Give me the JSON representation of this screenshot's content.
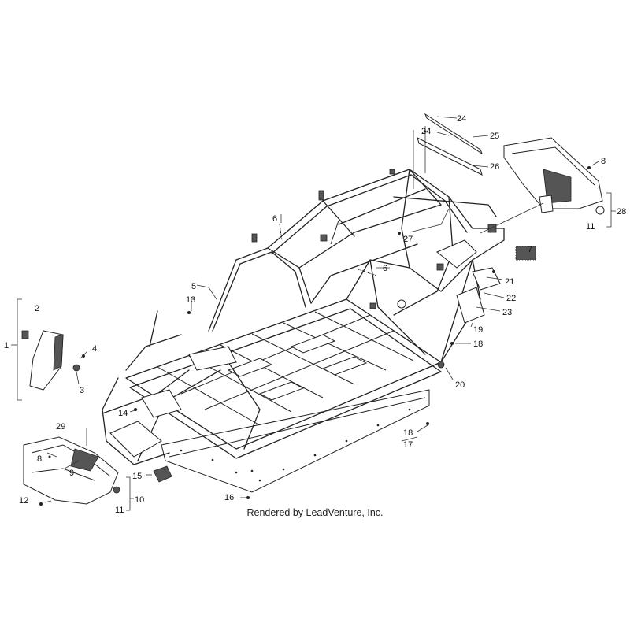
{
  "diagram": {
    "credit": "Rendered by LeadVenture, Inc.",
    "callouts": [
      "1",
      "2",
      "3",
      "4",
      "5",
      "6",
      "6",
      "7",
      "8",
      "8",
      "9",
      "10",
      "11",
      "11",
      "12",
      "13",
      "14",
      "15",
      "16",
      "17",
      "18",
      "18",
      "19",
      "20",
      "21",
      "22",
      "23",
      "24",
      "24",
      "25",
      "26",
      "27",
      "28",
      "29"
    ]
  }
}
